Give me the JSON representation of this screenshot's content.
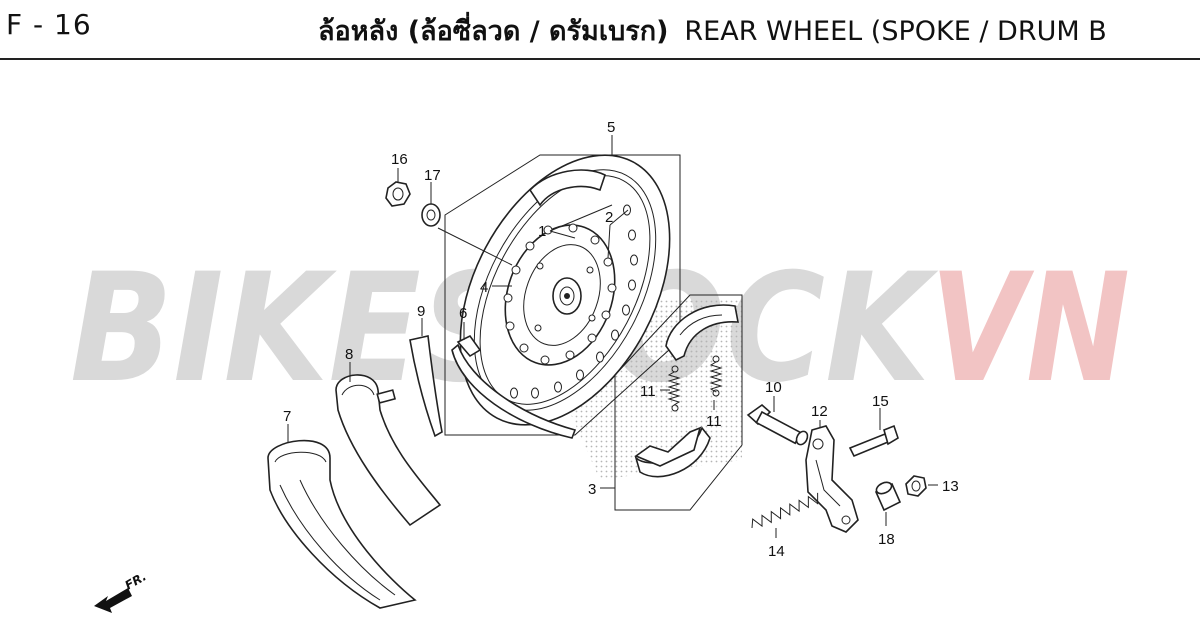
{
  "header": {
    "page_code": "F - 16",
    "title_thai": "ล้อหลัง (ล้อซี่ลวด / ดรัมเบรก)",
    "title_english": "REAR WHEEL (SPOKE / DRUM B"
  },
  "watermark": {
    "part1": "BIKESTOCK",
    "part2": "VN",
    "color1": "#d9d9d9",
    "color2": "#f2c4c4"
  },
  "direction_indicator": {
    "label": "FR."
  },
  "callouts": {
    "c1": "1",
    "c2": "2",
    "c3": "3",
    "c4": "4",
    "c5": "5",
    "c6": "6",
    "c7": "7",
    "c8": "8",
    "c9": "9",
    "c10": "10",
    "c11a": "11",
    "c11b": "11",
    "c12": "12",
    "c13": "13",
    "c14": "14",
    "c15": "15",
    "c16": "16",
    "c17": "17",
    "c18": "18"
  }
}
